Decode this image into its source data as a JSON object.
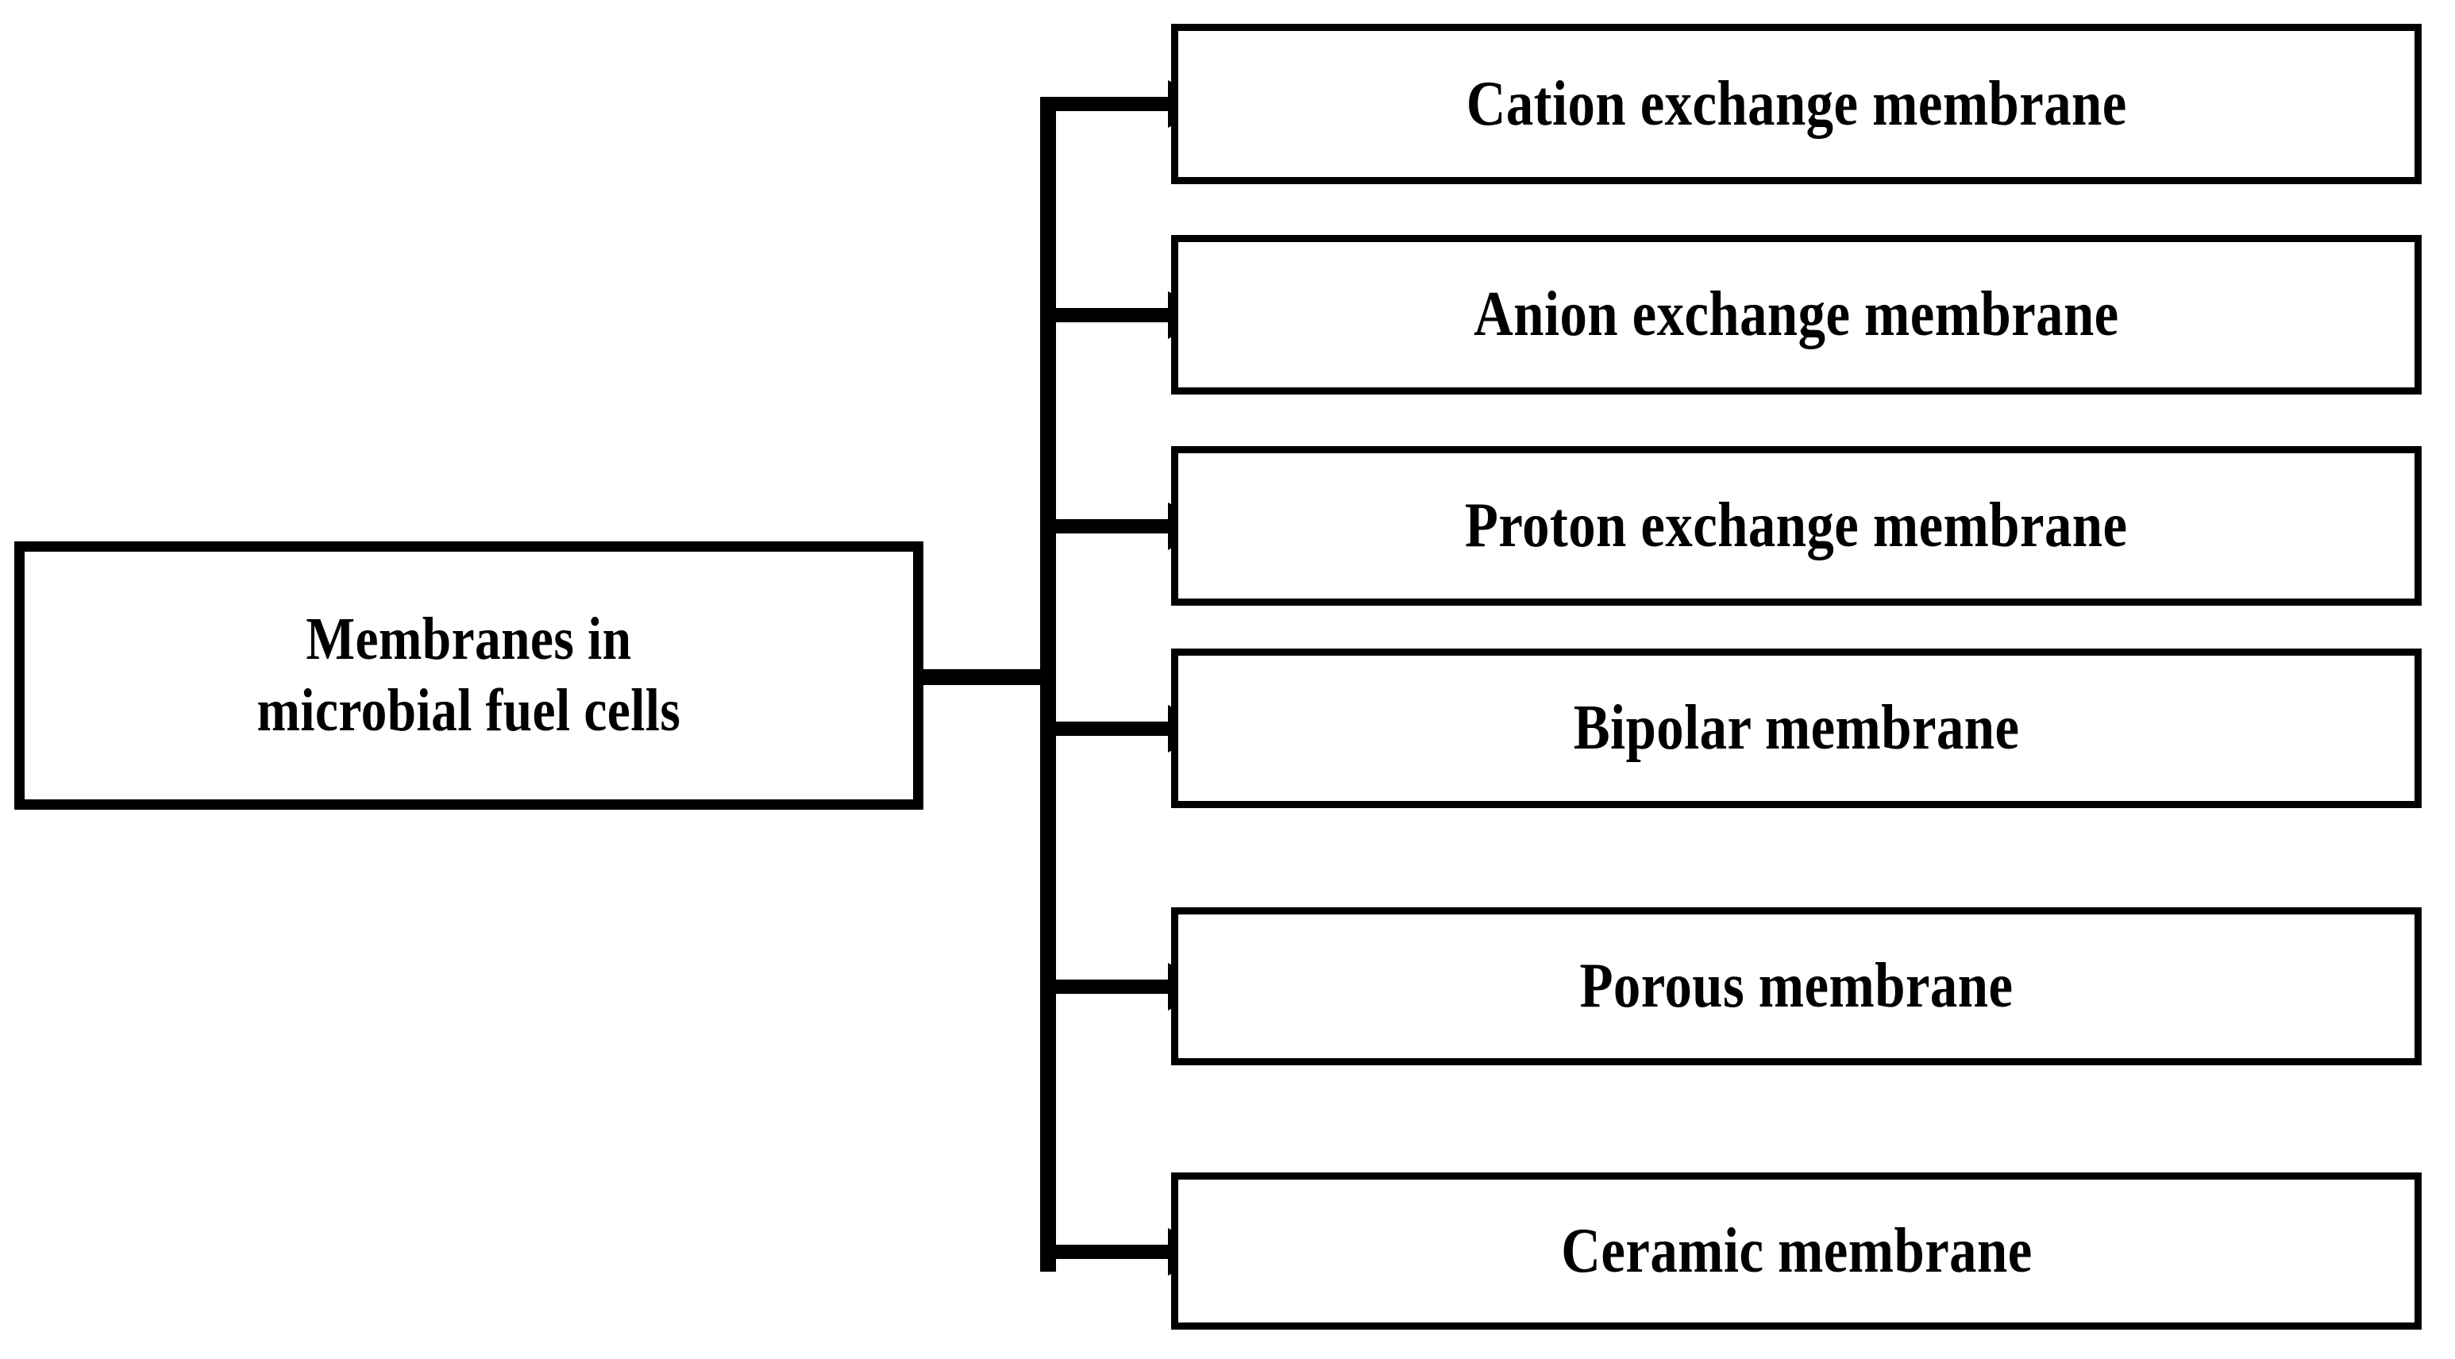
{
  "diagram": {
    "type": "tree",
    "orientation": "left-to-right",
    "root": {
      "label": "Membranes in\nmicrobial fuel cells"
    },
    "children": [
      {
        "label": "Cation exchange membrane"
      },
      {
        "label": "Anion exchange membrane"
      },
      {
        "label": "Proton exchange membrane"
      },
      {
        "label": "Bipolar membrane"
      },
      {
        "label": "Porous membrane"
      },
      {
        "label": "Ceramic membrane"
      }
    ],
    "colors": {
      "background": "#ffffff",
      "stroke": "#000000",
      "text": "#000000",
      "node_fill": "#ffffff"
    },
    "connectors": {
      "style": "orthogonal-with-arrowheads",
      "arrowhead": "filled-triangle",
      "count": 6
    }
  }
}
